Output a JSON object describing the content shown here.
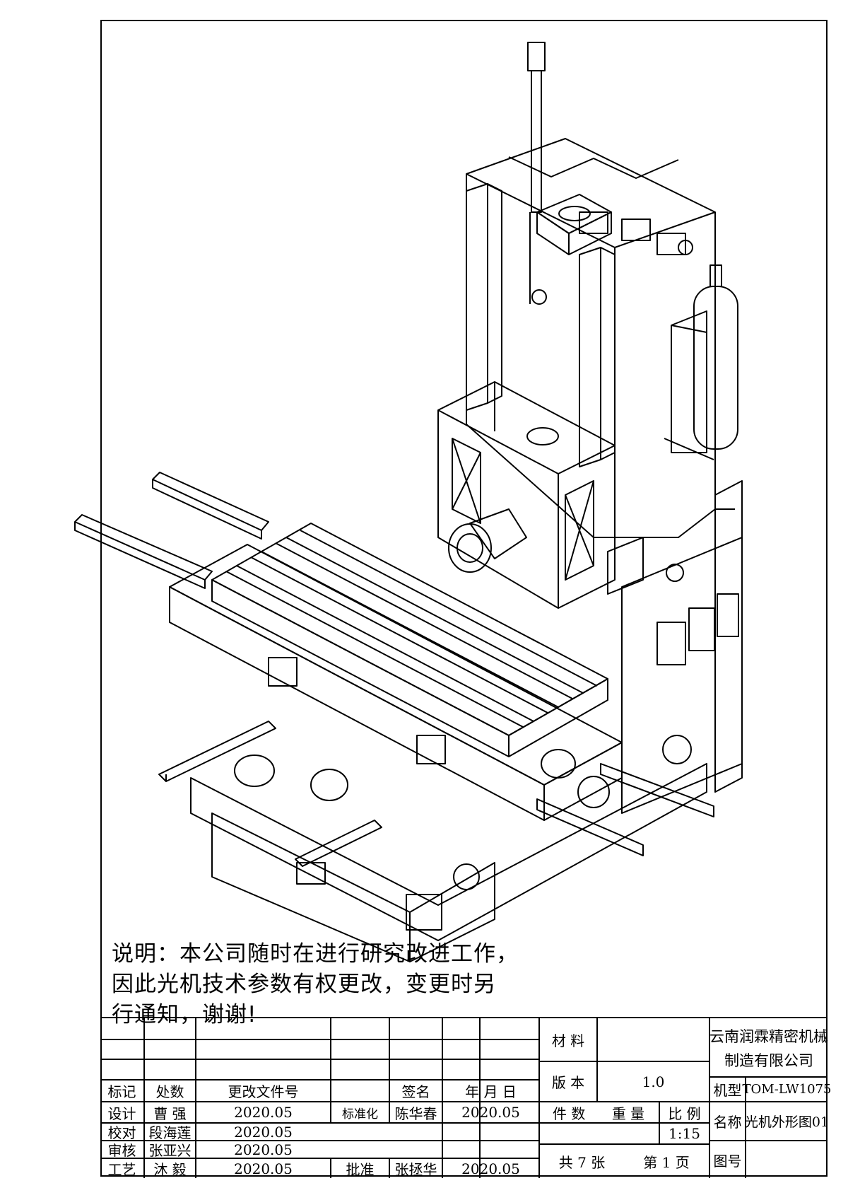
{
  "note": {
    "line1": "说明：本公司随时在进行研究改进工作，",
    "line2": "因此光机技术参数有权更改，变更时另",
    "line3": "行通知，谢谢!"
  },
  "title_block": {
    "headers": {
      "mark": "标记",
      "count": "处数",
      "change_doc": "更改文件号",
      "signature": "签名",
      "date": "年 月 日"
    },
    "rows": [
      {
        "role": "设计",
        "name": "曹 强",
        "date": "2020.05",
        "role2": "标准化",
        "name2": "陈华春",
        "date2": "2020.05"
      },
      {
        "role": "校对",
        "name": "段海莲",
        "date": "2020.05"
      },
      {
        "role": "审核",
        "name": "张亚兴",
        "date": "2020.05"
      },
      {
        "role": "工艺",
        "name": "沐 毅",
        "date": "2020.05",
        "role2": "批准",
        "name2": "张拯华",
        "date2": "2020.05"
      }
    ],
    "material_label": "材 料",
    "material_value": "",
    "version_label": "版 本",
    "version_value": "1.0",
    "pieces_label": "件 数",
    "weight_label": "重 量",
    "scale_label": "比 例",
    "scale_value": "1:15",
    "sheets": "共 7 张",
    "page": "第 1 页",
    "company_line1": "云南润霖精密机械",
    "company_line2": "制造有限公司",
    "model_label": "机型",
    "model_value": "TOM-LW1075",
    "name_label": "名称",
    "name_value": "光机外形图01",
    "drawing_no_label": "图号",
    "drawing_no_value": ""
  }
}
